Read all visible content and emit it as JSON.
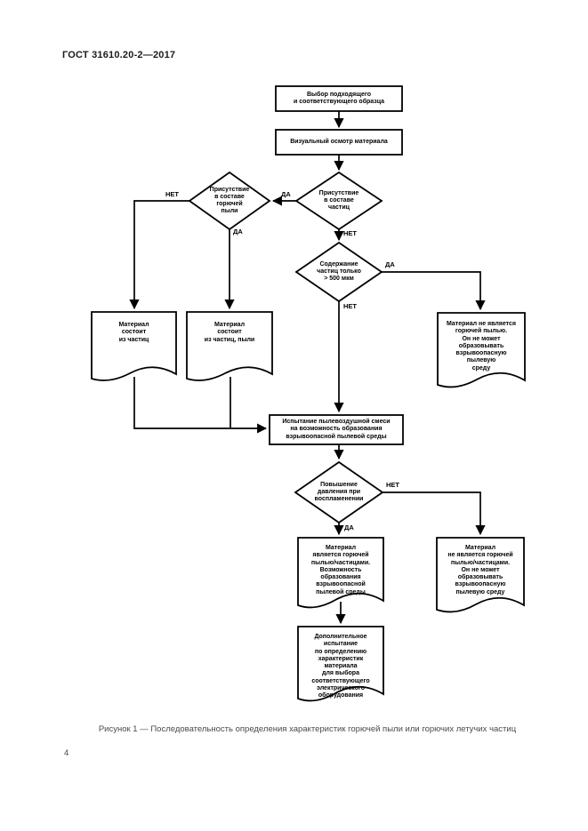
{
  "page": {
    "header": "ГОСТ 31610.20-2—2017",
    "page_number": "4",
    "caption": "Рисунок 1 — Последовательность определения характеристик горючей пыли или горючих летучих частиц"
  },
  "flowchart": {
    "nodes": {
      "select_sample": {
        "label": "Выбор подходящего\nи соответствующего образца"
      },
      "visual_inspection": {
        "label": "Визуальный осмотр материала"
      },
      "presence_particles": {
        "label": "Присутствие\nв составе\nчастиц"
      },
      "presence_dust": {
        "label": "Присутствие\nв составе\nгорючей\nпыли"
      },
      "content_500": {
        "label": "Содержание\nчастиц только\n> 500 мкм"
      },
      "material_particles": {
        "label": "Материал\nсостоит\nиз частиц"
      },
      "material_particles_dust": {
        "label": "Материал\nсостоит\nиз частиц, пыли"
      },
      "material_not_dust": {
        "label": "Материал не является\nгорючей пылью.\nОн не может\nобразовывать\nвзрывоопасную\nпылевую\nсреду"
      },
      "test_mixture": {
        "label": "Испытание пылевоздушной смеси\nна возможность образования\nвзрывоопасной пылевой среды"
      },
      "pressure_rise": {
        "label": "Повышение\nдавления при\nвоспламенении"
      },
      "material_combustible": {
        "label": "Материал\nявляется горючей\nпылью/частицами.\nВозможность\nобразования\nвзрывоопасной\nпылевой среды"
      },
      "material_not_combustible": {
        "label": "Материал\nне является горючей\nпылью/частицами.\nОн не может\nобразовывать\nвзрывоопасную\nпылевую среду"
      },
      "additional_test": {
        "label": "Дополнительное\nиспытание\nпо определению\nхарактеристик\nматериала\nдля выбора\nсоответствующего\nэлектрического\nоборудования"
      }
    },
    "edges": {
      "no_dust": "НЕТ",
      "yes_particles": "ДА",
      "yes_dust": "ДА",
      "no_particles": "НЕТ",
      "yes_500": "ДА",
      "no_500": "НЕТ",
      "no_pressure": "НЕТ",
      "yes_pressure": "ДА"
    },
    "colors": {
      "line": "#000000",
      "text": "#000000",
      "caption": "#4a4a4a"
    }
  }
}
